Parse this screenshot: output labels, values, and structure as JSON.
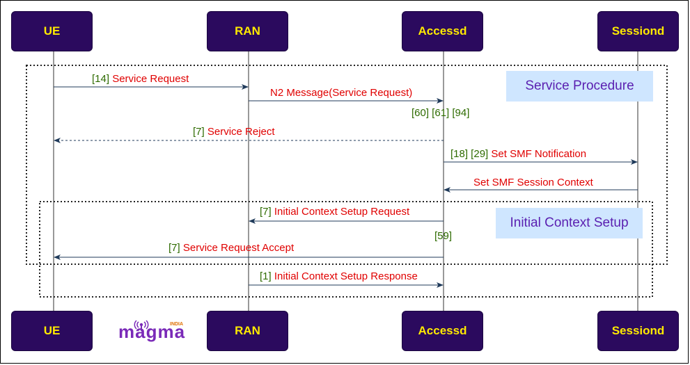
{
  "actors": [
    "UE",
    "RAN",
    "Accessd",
    "Sessiond"
  ],
  "notes": {
    "service_procedure": "Service Procedure",
    "initial_context_setup": "Initial Context Setup"
  },
  "messages": [
    {
      "ref": "[14]",
      "label": "Service Request"
    },
    {
      "ref": "",
      "label": "N2 Message(Service Request)"
    },
    {
      "ref": "[7]",
      "label": "Service Reject"
    },
    {
      "ref": "[18] [29]",
      "label": "Set SMF Notification"
    },
    {
      "ref": "",
      "label": "Set SMF Session Context"
    },
    {
      "ref": "[7]",
      "label": "Initial Context Setup Request"
    },
    {
      "ref": "[7]",
      "label": "Service Request Accept"
    },
    {
      "ref": "[1]",
      "label": "Initial Context Setup Response"
    }
  ],
  "standalone_refs": {
    "accessd_refs": "[60] [61] [94]",
    "accessd_ref_59": "[59]"
  },
  "logo": {
    "text": "magma",
    "tag": "INDIA"
  },
  "colors": {
    "actor_fill": "#2b0a5e",
    "actor_text": "#ffea00",
    "label": "#e00000",
    "ref": "#2e6b00",
    "note_fill": "#cfe6ff",
    "note_text": "#5a1fb0"
  }
}
